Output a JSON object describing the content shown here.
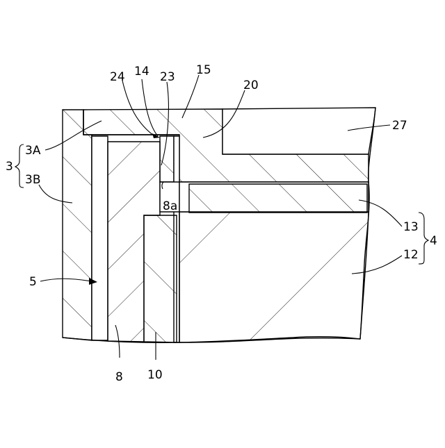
{
  "labels": {
    "l24": "24",
    "l14": "14",
    "l23": "23",
    "l15": "15",
    "l20": "20",
    "l27": "27",
    "l3": "3",
    "l3A": "3A",
    "l3B": "3B",
    "l8a": "8a",
    "l13": "13",
    "l4": "4",
    "l12": "12",
    "l5": "5",
    "l8": "8",
    "l10": "10"
  }
}
